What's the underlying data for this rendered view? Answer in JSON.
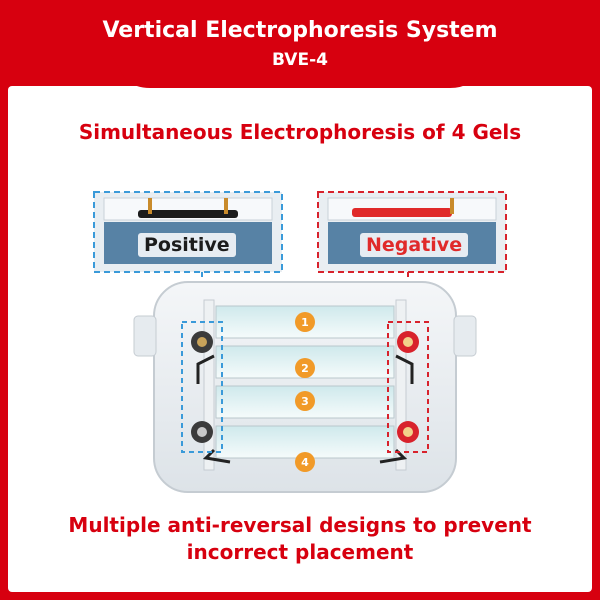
{
  "header": {
    "title": "Vertical Electrophoresis System",
    "model": "BVE-4"
  },
  "subtitle": "Simultaneous Electrophoresis of 4 Gels",
  "callouts": {
    "positive": "Positive",
    "negative": "Negative"
  },
  "gel_numbers": [
    "1",
    "2",
    "3",
    "4"
  ],
  "footer": {
    "line1": "Multiple anti-reversal designs to prevent",
    "line2": "incorrect placement"
  },
  "colors": {
    "brand_red": "#d7000f",
    "positive_blue": "#3a9ad9",
    "negative_red": "#d8222c",
    "badge_orange": "#f19a28"
  }
}
